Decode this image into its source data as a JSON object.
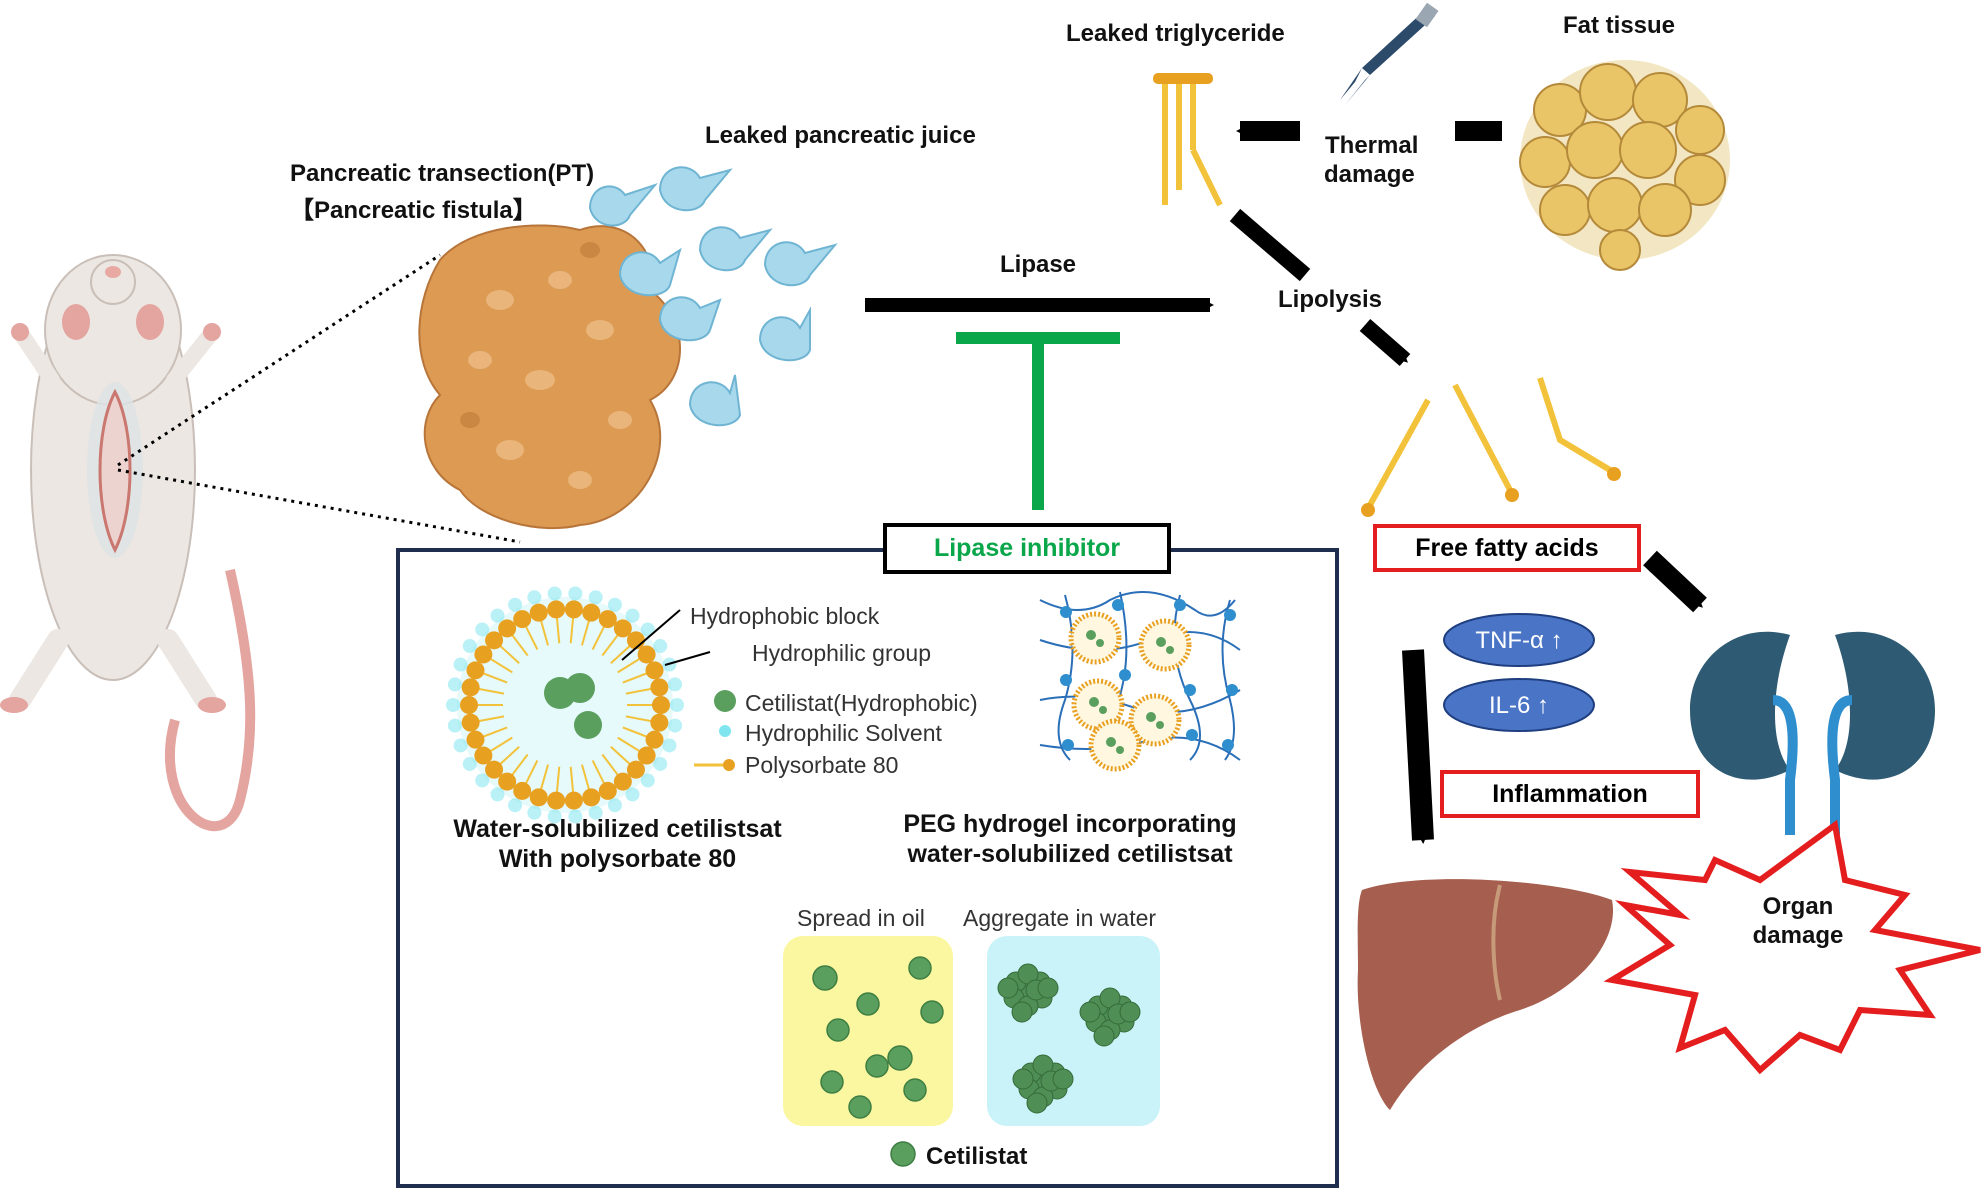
{
  "labels": {
    "pt_line1": "Pancreatic transection(PT)",
    "pt_line2": "【Pancreatic fistula】",
    "leaked_juice": "Leaked pancreatic juice",
    "leaked_tg": "Leaked triglyceride",
    "fat_tissue": "Fat tissue",
    "thermal_line1": "Thermal",
    "thermal_line2": "damage",
    "lipase": "Lipase",
    "lipolysis": "Lipolysis",
    "lipase_inhibitor": "Lipase inhibitor",
    "free_fatty_acids": "Free fatty acids",
    "tnf": "TNF-α ↑",
    "il6": "IL-6 ↑",
    "inflammation": "Inflammation",
    "organ_line1": "Organ",
    "organ_line2": "damage"
  },
  "micelle": {
    "hydrophobic_block": "Hydrophobic block",
    "hydrophilic_group": "Hydrophilic group",
    "legend_cetilistat": "Cetilistat(Hydrophobic)",
    "legend_solvent": "Hydrophilic Solvent",
    "legend_polysorbate": "Polysorbate 80",
    "caption_line1": "Water-solubilized cetilistsat",
    "caption_line2": "With polysorbate 80"
  },
  "hydrogel": {
    "caption_line1": "PEG hydrogel incorporating",
    "caption_line2": "water-solubilized cetilistsat"
  },
  "comparison": {
    "oil_label": "Spread in oil",
    "water_label": "Aggregate in water",
    "legend_cetilistat": "Cetilistat"
  },
  "colors": {
    "inhibitor": "#0aa64a",
    "alert_red": "#e41e1e",
    "navy_box": "#1f2d4e",
    "kidney": "#2e5b73",
    "liver": "#a65e4e",
    "pancreas": "#dd9a52",
    "droplet": "#a8d8ec",
    "fatty_acid": "#f2c23a",
    "cetilistat_green": "#5a9f5e",
    "oil_bg": "#fbf7a0",
    "water_bg": "#c9f3f8",
    "cytokine_oval": "#4a74c5"
  }
}
